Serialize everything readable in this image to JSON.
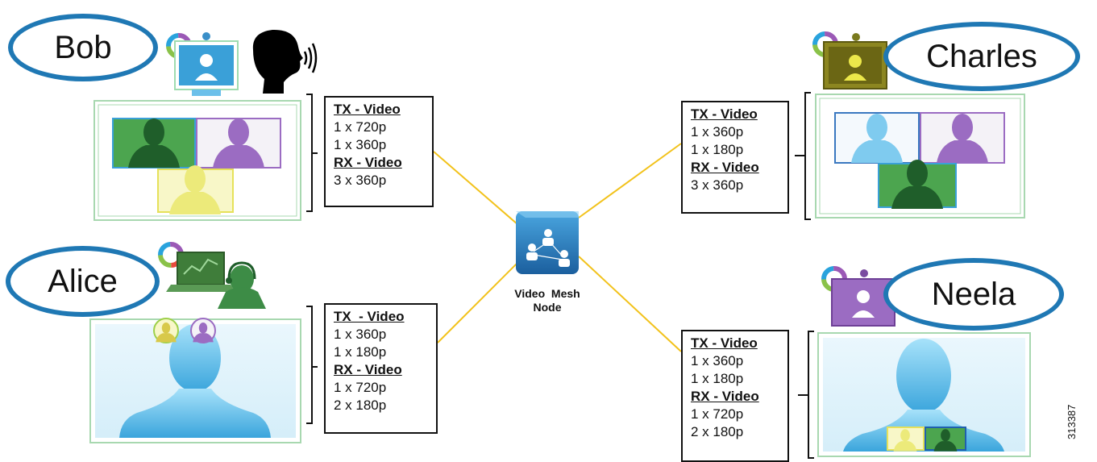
{
  "center_node": {
    "label_line1": "Video  Mesh",
    "label_line2": "Node"
  },
  "participants": [
    {
      "name": "Bob",
      "tx_header": "TX - Video",
      "tx": [
        "1 x 720p",
        "1 x 360p"
      ],
      "rx_header": "RX - Video",
      "rx": [
        "3 x 360p"
      ]
    },
    {
      "name": "Alice",
      "tx_header": "TX  - Video",
      "tx": [
        "1 x 360p",
        "1 x 180p"
      ],
      "rx_header": "RX - Video",
      "rx": [
        "1 x 720p",
        "2 x 180p"
      ]
    },
    {
      "name": "Charles",
      "tx_header": "TX - Video",
      "tx": [
        "1 x 360p",
        "1 x 180p"
      ],
      "rx_header": "RX - Video",
      "rx": [
        "3 x 360p"
      ]
    },
    {
      "name": "Neela",
      "tx_header": "TX - Video",
      "tx": [
        "1 x 360p",
        "1 x 180p"
      ],
      "rx_header": "RX - Video",
      "rx": [
        "1 x 720p",
        "2 x 180p"
      ]
    }
  ],
  "figure_id": "313387",
  "colors": {
    "oval": "#1f78b4",
    "link": "#f2c21b",
    "frame": "#a8d8b0",
    "green": "#2f8a3a",
    "purple": "#8e5bb0",
    "yellow": "#e6e15a",
    "blue": "#5ab4e6"
  },
  "icons": [
    "webex-logo-icon",
    "video-endpoint-icon",
    "speaking-head-icon",
    "laptop-icon",
    "headset-person-icon",
    "mesh-node-icon"
  ]
}
